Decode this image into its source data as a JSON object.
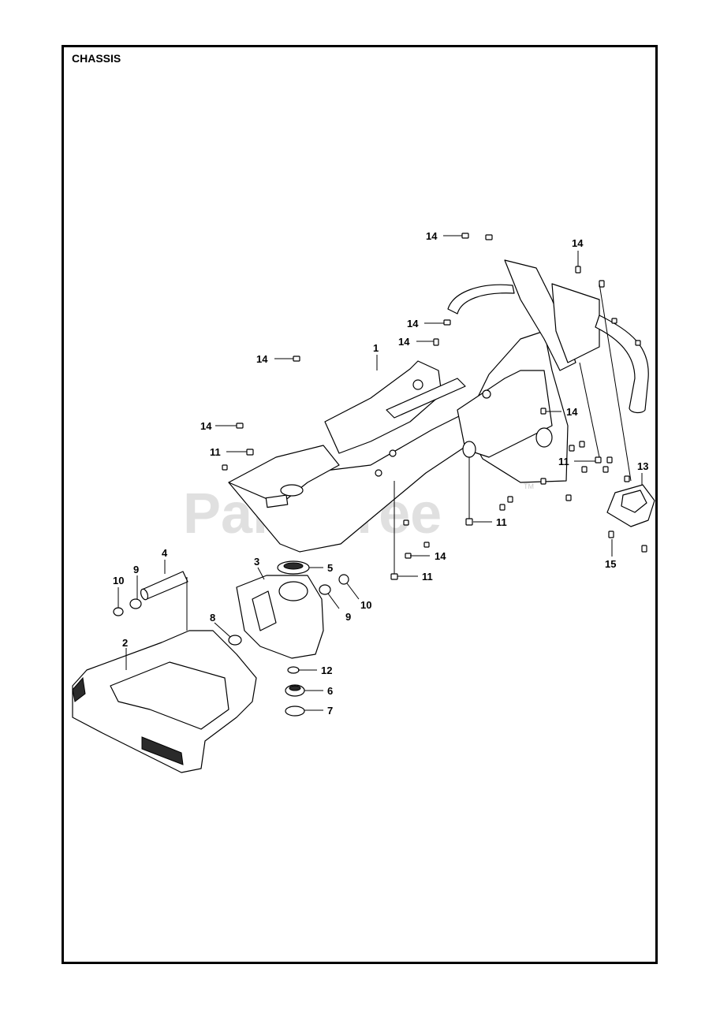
{
  "title": "CHASSIS",
  "watermark": "PartsTree",
  "watermark_tm": "TM",
  "callouts": [
    {
      "id": "c14a",
      "label": "14"
    },
    {
      "id": "c14b",
      "label": "14"
    },
    {
      "id": "c14c",
      "label": "14"
    },
    {
      "id": "c14d",
      "label": "14"
    },
    {
      "id": "c14e",
      "label": "14"
    },
    {
      "id": "c14f",
      "label": "14"
    },
    {
      "id": "c14g",
      "label": "14"
    },
    {
      "id": "c14h",
      "label": "14"
    },
    {
      "id": "c1",
      "label": "1"
    },
    {
      "id": "c11a",
      "label": "11"
    },
    {
      "id": "c11b",
      "label": "11"
    },
    {
      "id": "c11c",
      "label": "11"
    },
    {
      "id": "c11d",
      "label": "11"
    },
    {
      "id": "c13",
      "label": "13"
    },
    {
      "id": "c15",
      "label": "15"
    },
    {
      "id": "c4",
      "label": "4"
    },
    {
      "id": "c9a",
      "label": "9"
    },
    {
      "id": "c10a",
      "label": "10"
    },
    {
      "id": "c3",
      "label": "3"
    },
    {
      "id": "c5",
      "label": "5"
    },
    {
      "id": "c9b",
      "label": "9"
    },
    {
      "id": "c10b",
      "label": "10"
    },
    {
      "id": "c8",
      "label": "8"
    },
    {
      "id": "c2",
      "label": "2"
    },
    {
      "id": "c12",
      "label": "12"
    },
    {
      "id": "c6",
      "label": "6"
    },
    {
      "id": "c7",
      "label": "7"
    }
  ]
}
